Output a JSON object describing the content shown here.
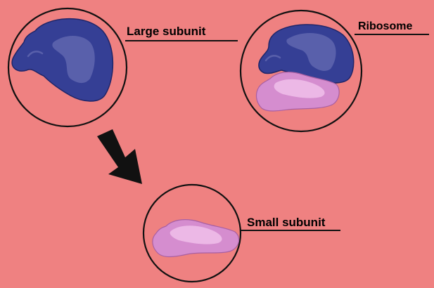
{
  "labels": {
    "large_subunit": "Large subunit",
    "ribosome": "Ribosome",
    "small_subunit": "Small subunit"
  },
  "colors": {
    "background": "#ef8181",
    "large_subunit_fill": "#353f95",
    "large_subunit_highlight": "#5960ab",
    "small_subunit_fill": "#d58dcf",
    "small_subunit_highlight": "#ecb8e6",
    "outline": "#111111",
    "arrow": "#111111"
  }
}
